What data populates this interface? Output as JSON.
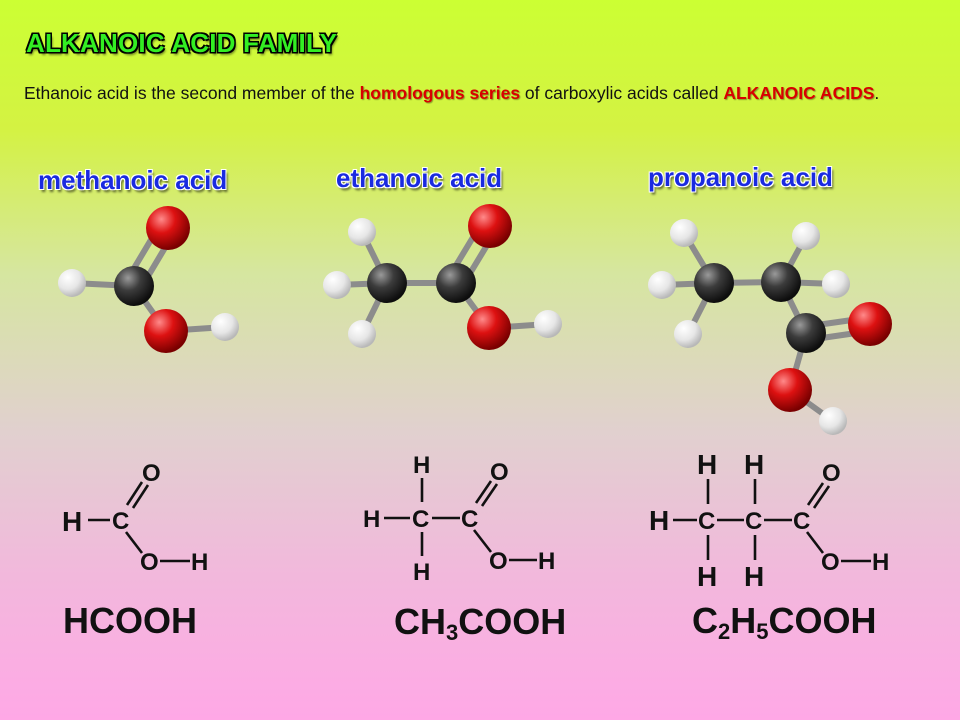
{
  "title": "ALKANOIC ACID FAMILY",
  "intro": {
    "part1": "Ethanoic acid is the second member of the ",
    "highlight1": "homologous series",
    "part2": " of carboxylic acids called ",
    "highlight2": "ALKANOIC ACIDS",
    "part3": "."
  },
  "acids": [
    {
      "name": "methanoic acid",
      "formula_plain": "HCOOH"
    },
    {
      "name": "ethanoic acid",
      "formula_parts": [
        "CH",
        "3",
        "COOH"
      ]
    },
    {
      "name": "propanoic acid",
      "formula_parts": [
        "C",
        "2",
        "H",
        "5",
        "COOH"
      ]
    }
  ],
  "atom_colors": {
    "carbon": "#2b2b2b",
    "oxygen": "#dd1111",
    "hydrogen": "#f2f2f2",
    "bond": "#8c8c8c"
  },
  "structural_labels": {
    "H": "H",
    "C": "C",
    "O": "O"
  },
  "title_color": "#33ee22",
  "name_color": "#1a2ae0",
  "highlight_color": "#d80000"
}
